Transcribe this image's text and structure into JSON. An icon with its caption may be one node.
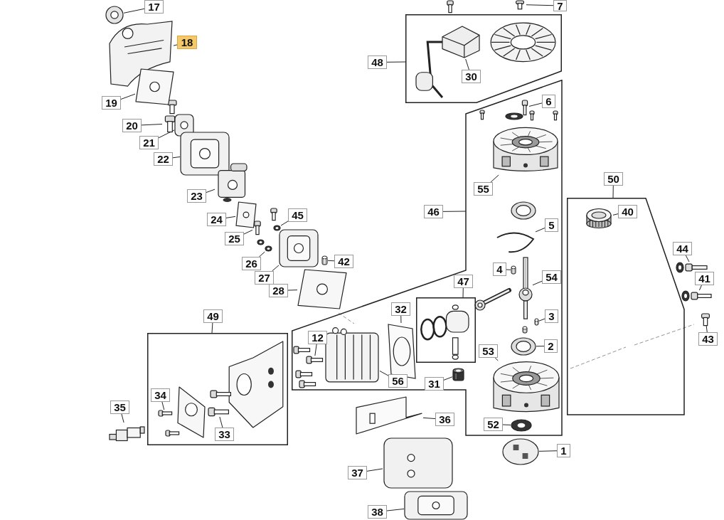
{
  "diagram": {
    "nodes": [
      {
        "text": [
          "17"
        ]
      },
      {
        "text": [],
        "shape": "picture"
      },
      {
        "text": [
          "7"
        ]
      },
      {
        "text": [],
        "shape": "picture"
      },
      {
        "text": [
          "18"
        ]
      },
      {
        "text": [],
        "shape": "picture"
      },
      {
        "text": [],
        "shape": "box"
      },
      {
        "text": [
          "48"
        ]
      },
      {
        "text": [
          "30"
        ],
        "in": 6
      },
      {
        "text": [],
        "shape": "picture",
        "in": 6
      },
      {
        "text": [
          "19"
        ]
      },
      {
        "text": [],
        "shape": "picture"
      },
      {
        "text": [
          "20"
        ]
      },
      {
        "text": [],
        "shape": "picture"
      },
      {
        "text": [
          "21"
        ]
      },
      {
        "text": [],
        "shape": "picture"
      },
      {
        "text": [
          "22"
        ]
      },
      {
        "text": [],
        "shape": "picture"
      },
      {
        "text": [],
        "shape": "box"
      },
      {
        "text": [
          "6"
        ],
        "in": 18
      },
      {
        "text": [],
        "shape": "picture",
        "in": 18
      },
      {
        "text": [
          "55"
        ],
        "in": 18
      },
      {
        "text": [],
        "shape": "picture",
        "in": 18
      },
      {
        "text": [
          "23"
        ]
      },
      {
        "text": [],
        "shape": "picture"
      },
      {
        "text": [
          "50"
        ]
      },
      {
        "text": [],
        "shape": "box"
      },
      {
        "text": [
          "40"
        ],
        "in": 26
      },
      {
        "text": [],
        "shape": "picture",
        "in": 26
      },
      {
        "text": [
          "46"
        ]
      },
      {
        "text": [
          "45"
        ]
      },
      {
        "text": [],
        "shape": "picture"
      },
      {
        "text": [
          "24"
        ]
      },
      {
        "text": [],
        "shape": "picture"
      },
      {
        "text": [
          "5"
        ],
        "in": 18
      },
      {
        "text": [],
        "shape": "picture",
        "in": 18
      },
      {
        "text": [
          "25"
        ]
      },
      {
        "text": [],
        "shape": "picture"
      },
      {
        "text": [
          "44"
        ]
      },
      {
        "text": [],
        "shape": "picture"
      },
      {
        "text": [
          "26"
        ]
      },
      {
        "text": [],
        "shape": "picture"
      },
      {
        "text": [
          "42"
        ]
      },
      {
        "text": [],
        "shape": "picture"
      },
      {
        "text": [
          "4"
        ],
        "in": 18
      },
      {
        "text": [],
        "shape": "picture",
        "in": 18
      },
      {
        "text": [
          "54"
        ],
        "in": 18
      },
      {
        "text": [],
        "shape": "picture",
        "in": 18
      },
      {
        "text": [
          "27"
        ]
      },
      {
        "text": [],
        "shape": "picture"
      },
      {
        "text": [
          "41"
        ]
      },
      {
        "text": [],
        "shape": "picture"
      },
      {
        "text": [
          "28"
        ]
      },
      {
        "text": [],
        "shape": "picture"
      },
      {
        "text": [
          "47"
        ],
        "in": 18
      },
      {
        "text": [],
        "shape": "box",
        "in": 18
      },
      {
        "text": [
          "32"
        ],
        "in": 18
      },
      {
        "text": [],
        "shape": "picture",
        "in": 18
      },
      {
        "text": [
          "3"
        ],
        "in": 18
      },
      {
        "text": [],
        "shape": "picture",
        "in": 18
      },
      {
        "text": [
          "49"
        ]
      },
      {
        "text": [],
        "shape": "box"
      },
      {
        "text": [
          "12"
        ],
        "in": 18
      },
      {
        "text": [],
        "shape": "picture",
        "in": 18
      },
      {
        "text": [
          "43"
        ]
      },
      {
        "text": [],
        "shape": "picture"
      },
      {
        "text": [
          "2"
        ],
        "in": 18
      },
      {
        "text": [],
        "shape": "picture",
        "in": 18
      },
      {
        "text": [
          "53"
        ],
        "in": 18
      },
      {
        "text": [],
        "shape": "picture",
        "in": 18
      },
      {
        "text": [
          "56"
        ],
        "in": 18
      },
      {
        "text": [],
        "shape": "picture",
        "in": 18
      },
      {
        "text": [
          "31"
        ],
        "in": 18
      },
      {
        "text": [],
        "shape": "picture",
        "in": 18
      },
      {
        "text": [
          "34"
        ],
        "in": 61
      },
      {
        "text": [],
        "shape": "picture",
        "in": 61
      },
      {
        "text": [
          "35"
        ]
      },
      {
        "text": [],
        "shape": "picture"
      },
      {
        "text": [
          "36"
        ]
      },
      {
        "text": [],
        "shape": "picture"
      },
      {
        "text": [
          "52"
        ],
        "in": 18
      },
      {
        "text": [],
        "shape": "picture",
        "in": 18
      },
      {
        "text": [
          "33"
        ],
        "in": 61
      },
      {
        "text": [],
        "shape": "picture",
        "in": 61
      },
      {
        "text": [
          "1"
        ]
      },
      {
        "text": [],
        "shape": "picture"
      },
      {
        "text": [
          "37"
        ]
      },
      {
        "text": [],
        "shape": "picture"
      },
      {
        "text": [
          "38"
        ]
      },
      {
        "text": [],
        "shape": "picture"
      }
    ],
    "edges": [
      {
        "from": 0,
        "to": 1,
        "arrow": "none"
      },
      {
        "from": 2,
        "to": 3,
        "arrow": "none"
      },
      {
        "from": 4,
        "to": 5,
        "arrow": "none"
      },
      {
        "from": 7,
        "to": 6,
        "arrow": "none"
      },
      {
        "from": 8,
        "to": 9,
        "arrow": "none"
      },
      {
        "from": 10,
        "to": 11,
        "arrow": "none"
      },
      {
        "from": 12,
        "to": 13,
        "arrow": "none"
      },
      {
        "from": 14,
        "to": 15,
        "arrow": "none"
      },
      {
        "from": 16,
        "to": 17,
        "arrow": "none"
      },
      {
        "from": 19,
        "to": 20,
        "arrow": "none"
      },
      {
        "from": 21,
        "to": 22,
        "arrow": "none"
      },
      {
        "from": 23,
        "to": 24,
        "arrow": "none"
      },
      {
        "from": 25,
        "to": 26,
        "arrow": "none"
      },
      {
        "from": 27,
        "to": 28,
        "arrow": "none"
      },
      {
        "from": 29,
        "to": 18,
        "arrow": "none"
      },
      {
        "from": 30,
        "to": 31,
        "arrow": "none"
      },
      {
        "from": 32,
        "to": 33,
        "arrow": "none"
      },
      {
        "from": 34,
        "to": 35,
        "arrow": "none"
      },
      {
        "from": 36,
        "to": 37,
        "arrow": "none"
      },
      {
        "from": 38,
        "to": 39,
        "arrow": "none"
      },
      {
        "from": 40,
        "to": 41,
        "arrow": "none"
      },
      {
        "from": 42,
        "to": 43,
        "arrow": "none"
      },
      {
        "from": 44,
        "to": 45,
        "arrow": "none"
      },
      {
        "from": 46,
        "to": 47,
        "arrow": "none"
      },
      {
        "from": 48,
        "to": 49,
        "arrow": "none"
      },
      {
        "from": 50,
        "to": 51,
        "arrow": "none"
      },
      {
        "from": 52,
        "to": 53,
        "arrow": "none"
      },
      {
        "from": 54,
        "to": 55,
        "arrow": "none"
      },
      {
        "from": 56,
        "to": 57,
        "arrow": "none"
      },
      {
        "from": 58,
        "to": 59,
        "arrow": "none"
      },
      {
        "from": 60,
        "to": 61,
        "arrow": "none"
      },
      {
        "from": 62,
        "to": 63,
        "arrow": "none"
      },
      {
        "from": 64,
        "to": 65,
        "arrow": "none"
      },
      {
        "from": 66,
        "to": 67,
        "arrow": "none"
      },
      {
        "from": 68,
        "to": 69,
        "arrow": "none"
      },
      {
        "from": 70,
        "to": 71,
        "arrow": "none"
      },
      {
        "from": 72,
        "to": 73,
        "arrow": "none"
      },
      {
        "from": 74,
        "to": 75,
        "arrow": "none"
      },
      {
        "from": 76,
        "to": 77,
        "arrow": "none"
      },
      {
        "from": 78,
        "to": 79,
        "arrow": "none"
      },
      {
        "from": 80,
        "to": 81,
        "arrow": "none"
      },
      {
        "from": 82,
        "to": 83,
        "arrow": "none"
      },
      {
        "from": 84,
        "to": 85,
        "arrow": "none"
      },
      {
        "from": 86,
        "to": 87,
        "arrow": "none"
      },
      {
        "from": 88,
        "to": 89,
        "arrow": "none"
      }
    ]
  }
}
